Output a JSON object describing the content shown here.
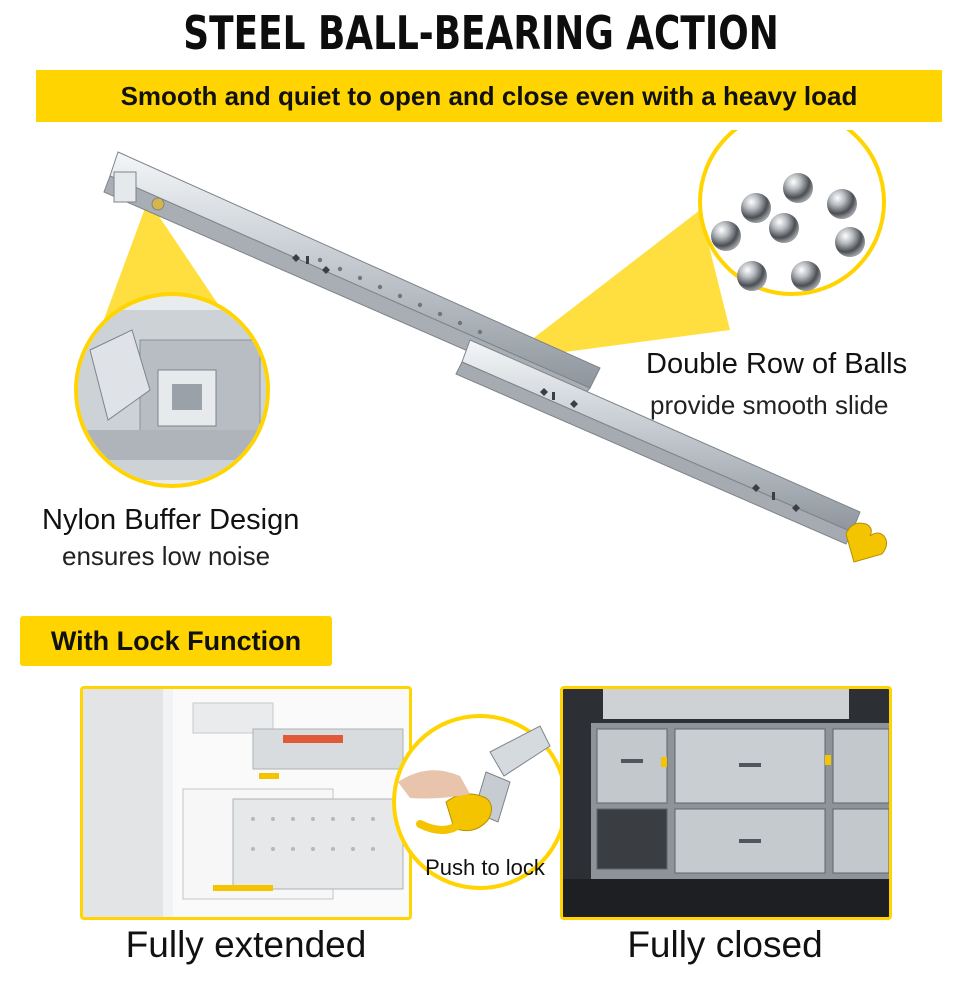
{
  "header": {
    "title": "STEEL BALL-BEARING ACTION",
    "subtitle": "Smooth and quiet to open and close even with a heavy load"
  },
  "features": {
    "balls_title": "Double Row of Balls",
    "balls_desc": "provide smooth slide",
    "buffer_title": "Nylon Buffer Design",
    "buffer_desc": "ensures low noise"
  },
  "lock": {
    "label": "With Lock Function",
    "push_label": "Push to lock",
    "extended_caption": "Fully extended",
    "closed_caption": "Fully closed"
  },
  "colors": {
    "accent": "#FFD400",
    "steel": "#c9ced3",
    "text": "#111111"
  },
  "icons": [
    "steel-ball-icon",
    "slide-rail-icon",
    "buffer-detail-icon",
    "lock-hand-icon"
  ]
}
